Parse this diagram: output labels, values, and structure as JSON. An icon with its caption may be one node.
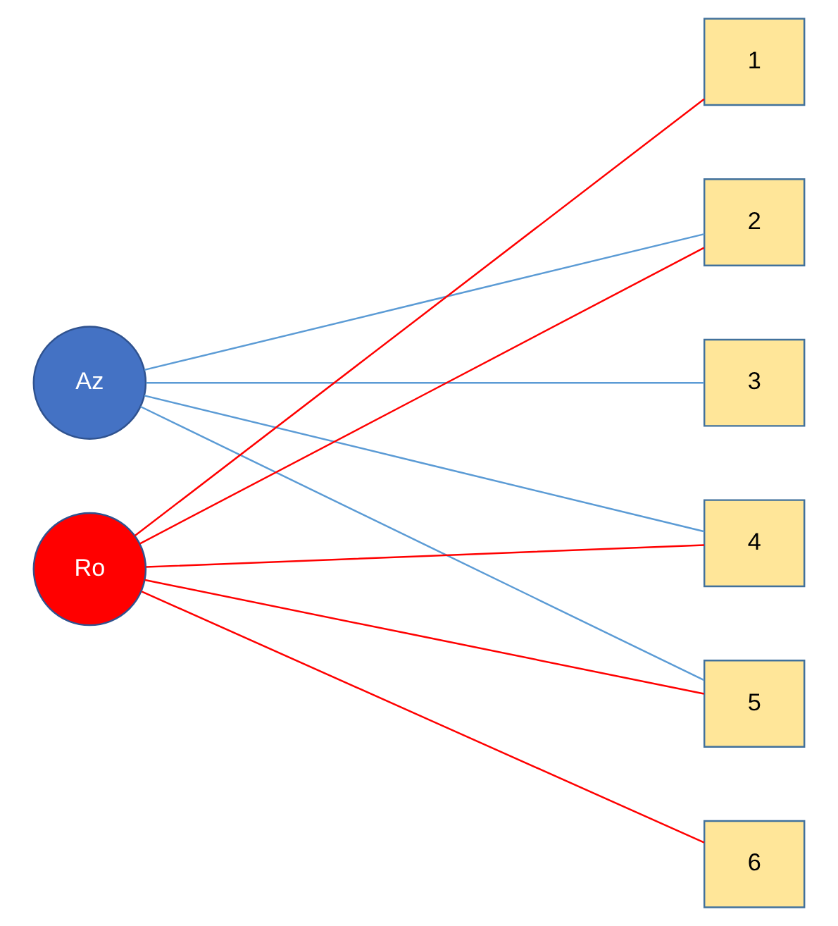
{
  "diagram": {
    "nodes": [
      {
        "text": [
          "Az"
        ]
      },
      {
        "text": [
          "Ro"
        ]
      },
      {
        "text": [
          "1"
        ]
      },
      {
        "text": [
          "2"
        ]
      },
      {
        "text": [
          "3"
        ]
      },
      {
        "text": [
          "4"
        ]
      },
      {
        "text": [
          "5"
        ]
      },
      {
        "text": [
          "6"
        ]
      }
    ],
    "edges": [
      {
        "from": 0,
        "to": 3,
        "arrow": "none",
        "color": "#5b9bd5"
      },
      {
        "from": 0,
        "to": 4,
        "arrow": "none",
        "color": "#5b9bd5"
      },
      {
        "from": 0,
        "to": 5,
        "arrow": "none",
        "color": "#5b9bd5"
      },
      {
        "from": 0,
        "to": 6,
        "arrow": "none",
        "color": "#5b9bd5"
      },
      {
        "from": 1,
        "to": 2,
        "arrow": "none"
      },
      {
        "from": 1,
        "to": 3,
        "arrow": "none"
      },
      {
        "from": 1,
        "to": 5,
        "arrow": "none"
      },
      {
        "from": 1,
        "to": 6,
        "arrow": "none"
      },
      {
        "from": 1,
        "to": 7,
        "arrow": "none"
      }
    ]
  }
}
